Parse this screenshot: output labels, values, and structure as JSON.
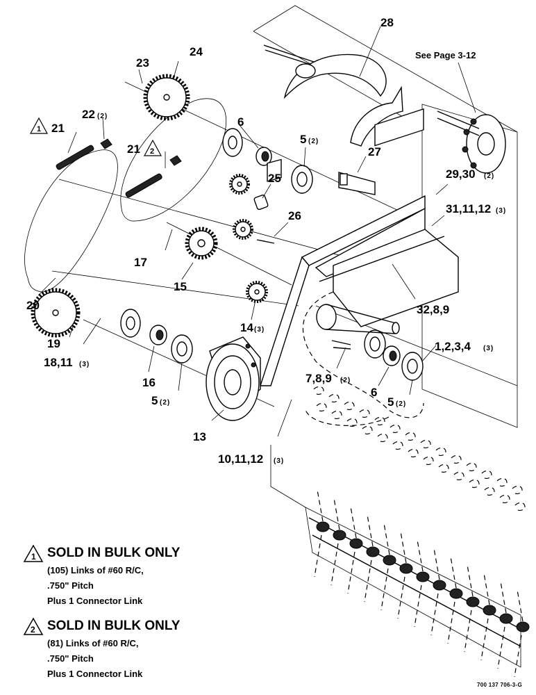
{
  "diagram": {
    "callouts": {
      "c28": "28",
      "c_see_page": "See Page 3-12",
      "c24": "24",
      "c23": "23",
      "c22": "22",
      "c22_qty": "(2)",
      "c21_a": "21",
      "c21_a_marker": "1",
      "c6_top": "6",
      "c5_top": "5",
      "c5_top_qty": "(2)",
      "c27": "27",
      "c21_b": "21",
      "c21_b_marker": "2",
      "c25": "25",
      "c29_30": "29,30",
      "c29_30_qty": "(2)",
      "c31_11_12": "31,11,12",
      "c31_11_12_qty": "(3)",
      "c26": "26",
      "c17": "17",
      "c15": "15",
      "c20": "20",
      "c32_8_9": "32,8,9",
      "c14": "14",
      "c14_qty": "(3)",
      "c19": "19",
      "c18_11": "18,11",
      "c18_11_qty": "(3)",
      "c1_2_3_4": "1,2,3,4",
      "c1_2_3_4_qty": "(3)",
      "c16": "16",
      "c5_mid": "5",
      "c5_mid_qty": "(2)",
      "c7_8_9": "7,8,9",
      "c7_8_9_qty": "(2)",
      "c6_bot": "6",
      "c5_bot": "5",
      "c5_bot_qty": "(2)",
      "c13": "13",
      "c10_11_12": "10,11,12",
      "c10_11_12_qty": "(3)"
    }
  },
  "notes": [
    {
      "marker": "1",
      "title": "SOLD IN BULK ONLY",
      "lines": [
        "(105) Links of #60 R/C,",
        ".750\" Pitch",
        "Plus 1 Connector Link"
      ]
    },
    {
      "marker": "2",
      "title": "SOLD IN BULK ONLY",
      "lines": [
        "(81) Links of #60 R/C,",
        ".750\" Pitch",
        "Plus 1 Connector Link"
      ]
    }
  ],
  "document_number": "700 137 706-3-G"
}
